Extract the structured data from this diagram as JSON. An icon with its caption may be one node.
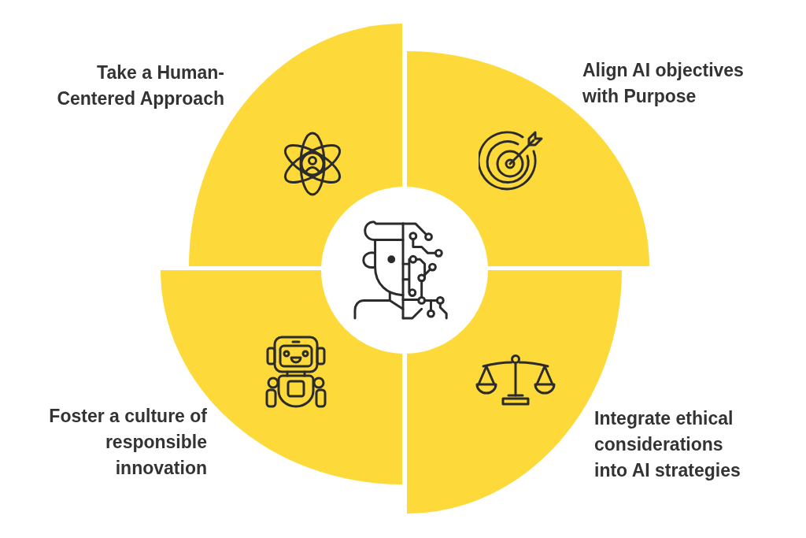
{
  "diagram": {
    "nodes": [
      {
        "text": [
          "Take a Human-Centered Approach"
        ]
      },
      {
        "text": [
          "Align AI objectives with Purpose"
        ]
      },
      {
        "text": [],
        "shape": "circle"
      },
      {
        "text": [
          "Foster a culture of responsible innovation"
        ]
      },
      {
        "text": [
          "Integrate ethical considerations into AI strategies"
        ]
      }
    ]
  }
}
